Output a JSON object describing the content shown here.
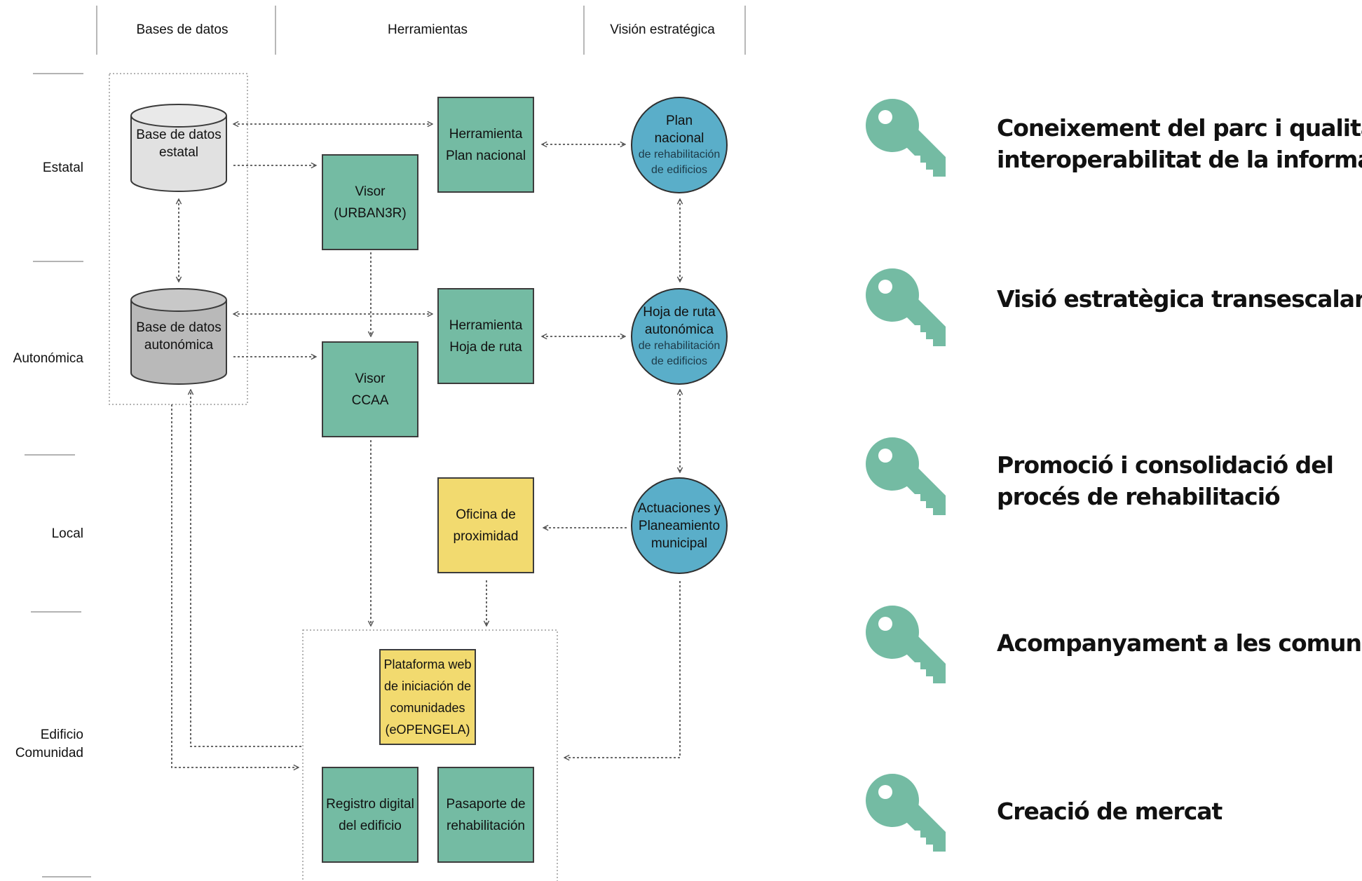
{
  "columns": {
    "databases": "Bases de datos",
    "tools": "Herramientas",
    "strategic": "Visión estratégica"
  },
  "rows": {
    "state": "Estatal",
    "regional": "Autonómica",
    "local": "Local",
    "building_line1": "Edificio",
    "building_line2": "Comunidad"
  },
  "databases": {
    "state": {
      "line1": "Base de datos",
      "line2": "estatal"
    },
    "regional": {
      "line1": "Base de datos",
      "line2": "autonómica"
    }
  },
  "tools": {
    "plan_tool": {
      "line1": "Herramienta",
      "line2": "Plan nacional"
    },
    "viewer_urban": {
      "line1": "Visor",
      "line2": "(URBAN3R)"
    },
    "roadmap_tool": {
      "line1": "Herramienta",
      "line2": "Hoja de ruta"
    },
    "viewer_ccaa": {
      "line1": "Visor",
      "line2": "CCAA"
    },
    "office": {
      "line1": "Oficina de",
      "line2": "proximidad"
    },
    "platform": {
      "line1": "Plataforma web",
      "line2": "de iniciación de",
      "line3": "comunidades",
      "line4": "(eOPENGELA)"
    },
    "registry": {
      "line1": "Registro digital",
      "line2": "del edificio"
    },
    "passport": {
      "line1": "Pasaporte de",
      "line2": "rehabilitación"
    }
  },
  "strategy": {
    "plan": {
      "line1": "Plan",
      "line2": "nacional",
      "sub1": "de rehabilitación",
      "sub2": "de edificios"
    },
    "roadmap": {
      "line1": "Hoja de ruta",
      "line2": "autonómica",
      "sub1": "de rehabilitación",
      "sub2": "de edificios"
    },
    "municipal": {
      "line1": "Actuaciones y",
      "line2": "Planeamiento",
      "line3": "municipal"
    }
  },
  "keys": [
    {
      "line1": "Coneixement del parc i qualitat i",
      "line2": "interoperabilitat de la informació",
      "icon": "key-icon"
    },
    {
      "line1": "Visió estratègica transescalar",
      "icon": "key-icon"
    },
    {
      "line1": "Promoció i consolidació del",
      "line2": "procés de rehabilitació",
      "icon": "key-icon"
    },
    {
      "line1": "Acompanyament a les comunitats",
      "icon": "key-icon"
    },
    {
      "line1": "Creació de mercat",
      "icon": "key-icon"
    }
  ],
  "colors": {
    "tool_green": "#74bba3",
    "key_green": "#74bba3",
    "strategy_blue": "#5aaec9",
    "local_yellow": "#f2da6f",
    "db_state": "#e1e1e1",
    "db_regional": "#b9b9b9",
    "connector": "#555555"
  }
}
